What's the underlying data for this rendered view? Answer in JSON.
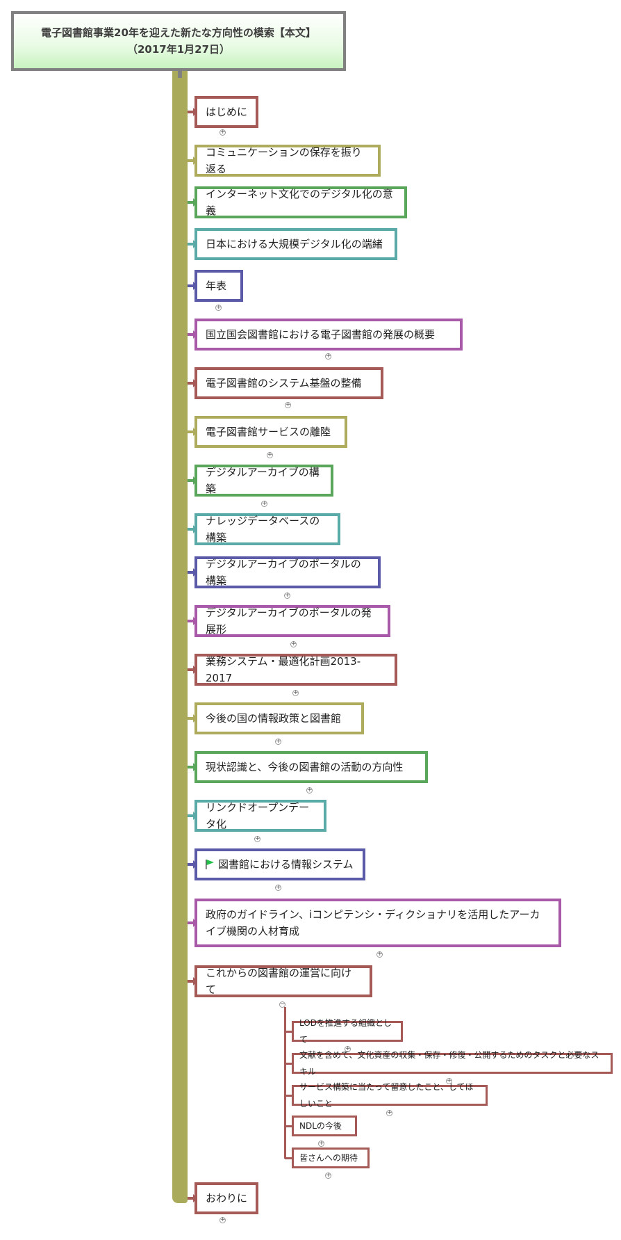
{
  "root": {
    "title": "電子図書館事業20年を迎えた新たな方向性の模索【本文】\n（2017年1月27日）"
  },
  "colors": {
    "trunk": "#a9ab5a",
    "red": "#a65a58",
    "olive": "#aeac5c",
    "green": "#5aa65a",
    "teal": "#5aaba8",
    "blue": "#5a5aa8",
    "purple": "#a85aa8"
  },
  "topics": [
    {
      "label": "はじめに",
      "color": "red",
      "collapsed": true
    },
    {
      "label": "コミュニケーションの保存を振り返る",
      "color": "olive",
      "collapsed": false
    },
    {
      "label": "インターネット文化でのデジタル化の意義",
      "color": "green",
      "collapsed": false
    },
    {
      "label": "日本における大規模デジタル化の端緒",
      "color": "teal",
      "collapsed": false
    },
    {
      "label": "年表",
      "color": "blue",
      "collapsed": true
    },
    {
      "label": "国立国会図書館における電子図書館の発展の概要",
      "color": "purple",
      "collapsed": true
    },
    {
      "label": "電子図書館のシステム基盤の整備",
      "color": "red",
      "collapsed": true
    },
    {
      "label": "電子図書館サービスの離陸",
      "color": "olive",
      "collapsed": true
    },
    {
      "label": "デジタルアーカイブの構築",
      "color": "green",
      "collapsed": true
    },
    {
      "label": "ナレッジデータベースの構築",
      "color": "teal",
      "collapsed": false
    },
    {
      "label": "デジタルアーカイブのポータルの構築",
      "color": "blue",
      "collapsed": true
    },
    {
      "label": "デジタルアーカイブのポータルの発展形",
      "color": "purple",
      "collapsed": true
    },
    {
      "label": "業務システム・最適化計画2013-2017",
      "color": "red",
      "collapsed": true
    },
    {
      "label": "今後の国の情報政策と図書館",
      "color": "olive",
      "collapsed": true
    },
    {
      "label": "現状認識と、今後の図書館の活動の方向性",
      "color": "green",
      "collapsed": true
    },
    {
      "label": "リンクドオープンデータ化",
      "color": "teal",
      "collapsed": true
    },
    {
      "label": "図書館における情報システム",
      "color": "blue",
      "collapsed": true,
      "flag": true,
      "flag_color": "#22c04a"
    },
    {
      "label": "政府のガイドライン、iコンピテンシ・ディクショナリを活用したアーカイブ機関の人材育成",
      "color": "purple",
      "collapsed": true
    },
    {
      "label": "これからの図書館の運営に向けて",
      "color": "red",
      "collapsed": false,
      "expanded": true,
      "children": [
        {
          "label": "LODを推進する組織として",
          "collapsed": true
        },
        {
          "label": "文献を含めて、文化資産の収集・保存・修復・公開するためのタスクと必要なスキル",
          "collapsed": true
        },
        {
          "label": "サービス構築に当たって留意したこと、してほしいこと",
          "collapsed": true
        },
        {
          "label": "NDLの今後",
          "collapsed": true
        },
        {
          "label": "皆さんへの期待",
          "collapsed": true
        }
      ]
    },
    {
      "label": "おわりに",
      "color": "red",
      "collapsed": true
    }
  ],
  "expander_symbols": {
    "collapsed": "+",
    "expanded": "−"
  }
}
